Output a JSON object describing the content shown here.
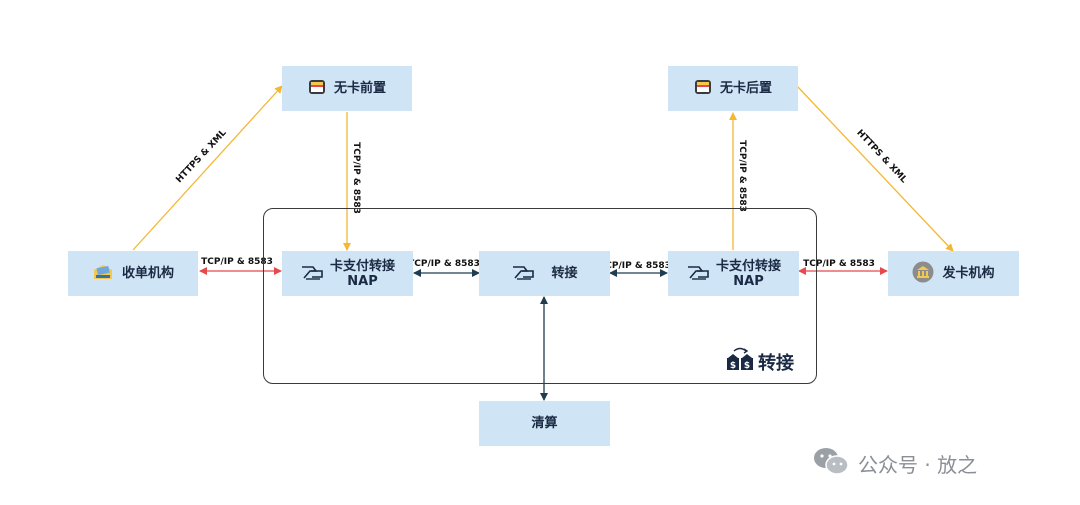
{
  "nodes": {
    "acquirer": "收单机构",
    "front": "无卡前置",
    "back": "无卡后置",
    "issuer": "发卡机构",
    "nap_left_line1": "卡支付转接",
    "nap_left_line2": "NAP",
    "switch": "转接",
    "nap_right_line1": "卡支付转接",
    "nap_right_line2": "NAP",
    "clearing": "清算"
  },
  "edges": {
    "https_left": "HTTPS & XML",
    "https_right": "HTTPS & XML",
    "tcp_front": "TCP/IP & 8583",
    "tcp_back": "TCP/IP & 8583",
    "tcp_acq": "TCP/IP & 8583",
    "tcp_nap_switch": "TCP/IP & 8583",
    "tcp_switch_nap": "TCP/IP & 8583",
    "tcp_issuer": "TCP/IP & 8583"
  },
  "container_label": "转接",
  "watermark": "公众号 · 放之",
  "colors": {
    "node_fill": "#cfe4f4",
    "https_arrow": "#f5b731",
    "tcp_red": "#e5484d",
    "tcp_dark": "#1e3d50"
  }
}
